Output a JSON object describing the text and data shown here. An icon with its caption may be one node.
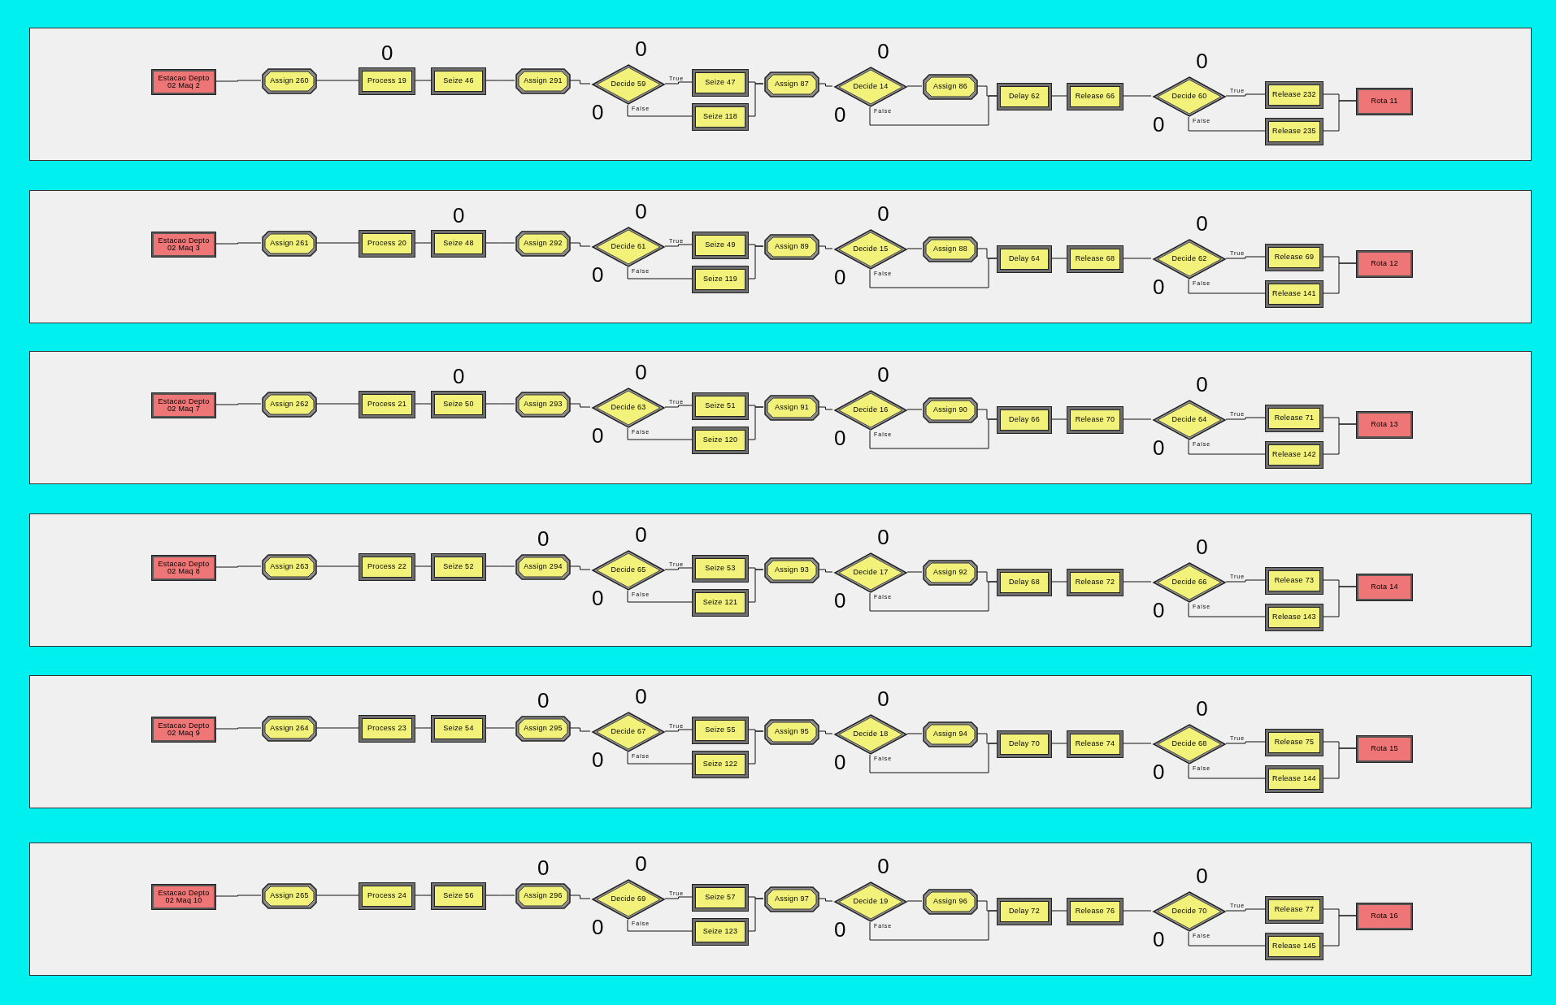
{
  "diagram": {
    "nodes": [
      {
        "text": [],
        "shape": "box"
      },
      {
        "text": [
          "Estacao Depto 02 Maq 2"
        ],
        "in": 0
      },
      {
        "text": [
          "Assign 260"
        ],
        "in": 0
      },
      {
        "text": [
          "Process 19"
        ],
        "in": 0,
        "beside": [
          "0"
        ]
      },
      {
        "text": [
          "Seize 46"
        ],
        "in": 0
      },
      {
        "text": [
          "Assign 291"
        ],
        "in": 0
      },
      {
        "text": [
          "Decide 59"
        ],
        "in": 0,
        "beside": [
          "0",
          "0"
        ]
      },
      {
        "text": [
          "Seize 47"
        ],
        "in": 0
      },
      {
        "text": [
          "Seize 118"
        ],
        "in": 0
      },
      {
        "text": [
          "Assign 87"
        ],
        "in": 0
      },
      {
        "text": [
          "Decide 14"
        ],
        "in": 0,
        "beside": [
          "0",
          "0"
        ]
      },
      {
        "text": [
          "Assign 86"
        ],
        "in": 0
      },
      {
        "text": [
          "Delay 62"
        ],
        "in": 0
      },
      {
        "text": [
          "Release 66"
        ],
        "in": 0
      },
      {
        "text": [
          "Decide 60"
        ],
        "in": 0,
        "beside": [
          "0",
          "0"
        ]
      },
      {
        "text": [
          "Release 232"
        ],
        "in": 0
      },
      {
        "text": [
          "Release 235"
        ],
        "in": 0
      },
      {
        "text": [
          "Rota 11"
        ],
        "in": 0
      },
      {
        "text": [],
        "shape": "box"
      },
      {
        "text": [
          "Estacao Depto 02 Maq 3"
        ],
        "in": 18
      },
      {
        "text": [
          "Assign 261"
        ],
        "in": 18
      },
      {
        "text": [
          "Process 20"
        ],
        "in": 18
      },
      {
        "text": [
          "Seize 48"
        ],
        "in": 18,
        "beside": [
          "0"
        ]
      },
      {
        "text": [
          "Assign 292"
        ],
        "in": 18
      },
      {
        "text": [
          "Decide 61"
        ],
        "in": 18,
        "beside": [
          "0",
          "0"
        ]
      },
      {
        "text": [
          "Seize 49"
        ],
        "in": 18
      },
      {
        "text": [
          "Seize 119"
        ],
        "in": 18
      },
      {
        "text": [
          "Assign 89"
        ],
        "in": 18
      },
      {
        "text": [
          "Decide 15"
        ],
        "in": 18,
        "beside": [
          "0",
          "0"
        ]
      },
      {
        "text": [
          "Assign 88"
        ],
        "in": 18
      },
      {
        "text": [
          "Delay 64"
        ],
        "in": 18
      },
      {
        "text": [
          "Release 68"
        ],
        "in": 18
      },
      {
        "text": [
          "Decide 62"
        ],
        "in": 18,
        "beside": [
          "0",
          "0"
        ]
      },
      {
        "text": [
          "Release 69"
        ],
        "in": 18
      },
      {
        "text": [
          "Release 141"
        ],
        "in": 18
      },
      {
        "text": [
          "Rota 12"
        ],
        "in": 18
      },
      {
        "text": [],
        "shape": "box"
      },
      {
        "text": [
          "Estacao Depto 02 Maq 7"
        ],
        "in": 36
      },
      {
        "text": [
          "Assign 262"
        ],
        "in": 36
      },
      {
        "text": [
          "Process 21"
        ],
        "in": 36
      },
      {
        "text": [
          "Seize 50"
        ],
        "in": 36,
        "beside": [
          "0"
        ]
      },
      {
        "text": [
          "Assign 293"
        ],
        "in": 36
      },
      {
        "text": [
          "Decide 63"
        ],
        "in": 36,
        "beside": [
          "0",
          "0"
        ]
      },
      {
        "text": [
          "Seize 51"
        ],
        "in": 36
      },
      {
        "text": [
          "Seize 120"
        ],
        "in": 36
      },
      {
        "text": [
          "Assign 91"
        ],
        "in": 36
      },
      {
        "text": [
          "Decide 16"
        ],
        "in": 36,
        "beside": [
          "0",
          "0"
        ]
      },
      {
        "text": [
          "Assign 90"
        ],
        "in": 36
      },
      {
        "text": [
          "Delay 66"
        ],
        "in": 36
      },
      {
        "text": [
          "Release 70"
        ],
        "in": 36
      },
      {
        "text": [
          "Decide 64"
        ],
        "in": 36,
        "beside": [
          "0",
          "0"
        ]
      },
      {
        "text": [
          "Release 71"
        ],
        "in": 36
      },
      {
        "text": [
          "Release 142"
        ],
        "in": 36
      },
      {
        "text": [
          "Rota 13"
        ],
        "in": 36
      },
      {
        "text": [],
        "shape": "box"
      },
      {
        "text": [
          "Estacao Depto 02 Maq 8"
        ],
        "in": 54
      },
      {
        "text": [
          "Assign 263"
        ],
        "in": 54
      },
      {
        "text": [
          "Process 22"
        ],
        "in": 54
      },
      {
        "text": [
          "Seize 52"
        ],
        "in": 54
      },
      {
        "text": [
          "Assign 294"
        ],
        "in": 54,
        "beside": [
          "0"
        ]
      },
      {
        "text": [
          "Decide 65"
        ],
        "in": 54,
        "beside": [
          "0",
          "0"
        ]
      },
      {
        "text": [
          "Seize 53"
        ],
        "in": 54
      },
      {
        "text": [
          "Seize 121"
        ],
        "in": 54
      },
      {
        "text": [
          "Assign 93"
        ],
        "in": 54
      },
      {
        "text": [
          "Decide 17"
        ],
        "in": 54,
        "beside": [
          "0",
          "0"
        ]
      },
      {
        "text": [
          "Assign 92"
        ],
        "in": 54
      },
      {
        "text": [
          "Delay 68"
        ],
        "in": 54
      },
      {
        "text": [
          "Release 72"
        ],
        "in": 54
      },
      {
        "text": [
          "Decide 66"
        ],
        "in": 54,
        "beside": [
          "0",
          "0"
        ]
      },
      {
        "text": [
          "Release 73"
        ],
        "in": 54
      },
      {
        "text": [
          "Release 143"
        ],
        "in": 54
      },
      {
        "text": [
          "Rota 14"
        ],
        "in": 54
      },
      {
        "text": [],
        "shape": "box"
      },
      {
        "text": [
          "Estacao Depto 02 Maq 9"
        ],
        "in": 72
      },
      {
        "text": [
          "Assign 264"
        ],
        "in": 72
      },
      {
        "text": [
          "Process 23"
        ],
        "in": 72
      },
      {
        "text": [
          "Seize 54"
        ],
        "in": 72
      },
      {
        "text": [
          "Assign 295"
        ],
        "in": 72,
        "beside": [
          "0"
        ]
      },
      {
        "text": [
          "Decide 67"
        ],
        "in": 72,
        "beside": [
          "0",
          "0"
        ]
      },
      {
        "text": [
          "Seize 55"
        ],
        "in": 72
      },
      {
        "text": [
          "Seize 122"
        ],
        "in": 72
      },
      {
        "text": [
          "Assign 95"
        ],
        "in": 72
      },
      {
        "text": [
          "Decide 18"
        ],
        "in": 72,
        "beside": [
          "0",
          "0"
        ]
      },
      {
        "text": [
          "Assign 94"
        ],
        "in": 72
      },
      {
        "text": [
          "Delay 70"
        ],
        "in": 72
      },
      {
        "text": [
          "Release 74"
        ],
        "in": 72
      },
      {
        "text": [
          "Decide 68"
        ],
        "in": 72,
        "beside": [
          "0",
          "0"
        ]
      },
      {
        "text": [
          "Release 75"
        ],
        "in": 72
      },
      {
        "text": [
          "Release 144"
        ],
        "in": 72
      },
      {
        "text": [
          "Rota 15"
        ],
        "in": 72
      },
      {
        "text": [],
        "shape": "box"
      },
      {
        "text": [
          "Estacao Depto 02 Maq 10"
        ],
        "in": 90
      },
      {
        "text": [
          "Assign 265"
        ],
        "in": 90
      },
      {
        "text": [
          "Process 24"
        ],
        "in": 90
      },
      {
        "text": [
          "Seize 56"
        ],
        "in": 90
      },
      {
        "text": [
          "Assign 296"
        ],
        "in": 90,
        "beside": [
          "0"
        ]
      },
      {
        "text": [
          "Decide 69"
        ],
        "in": 90,
        "beside": [
          "0",
          "0"
        ]
      },
      {
        "text": [
          "Seize 57"
        ],
        "in": 90
      },
      {
        "text": [
          "Seize 123"
        ],
        "in": 90
      },
      {
        "text": [
          "Assign 97"
        ],
        "in": 90
      },
      {
        "text": [
          "Decide 19"
        ],
        "in": 90,
        "beside": [
          "0",
          "0"
        ]
      },
      {
        "text": [
          "Assign 96"
        ],
        "in": 90
      },
      {
        "text": [
          "Delay 72"
        ],
        "in": 90
      },
      {
        "text": [
          "Release 76"
        ],
        "in": 90
      },
      {
        "text": [
          "Decide 70"
        ],
        "in": 90,
        "beside": [
          "0",
          "0"
        ]
      },
      {
        "text": [
          "Release 77"
        ],
        "in": 90
      },
      {
        "text": [
          "Release 145"
        ],
        "in": 90
      },
      {
        "text": [
          "Rota 16"
        ],
        "in": 90
      }
    ],
    "edges": [
      {
        "from": 1,
        "to": 2,
        "arrow": "none"
      },
      {
        "from": 2,
        "to": 3,
        "arrow": "none"
      },
      {
        "from": 3,
        "to": 4,
        "arrow": "none"
      },
      {
        "from": 4,
        "to": 5,
        "arrow": "none"
      },
      {
        "from": 5,
        "to": 6,
        "arrow": "none"
      },
      {
        "from": 6,
        "to": 7,
        "arrow": "none",
        "label": "True"
      },
      {
        "from": 6,
        "to": 8,
        "arrow": "none",
        "label": "False"
      },
      {
        "from": 7,
        "to": 9,
        "arrow": "none"
      },
      {
        "from": 8,
        "to": 9,
        "arrow": "none"
      },
      {
        "from": 9,
        "to": 10,
        "arrow": "none"
      },
      {
        "from": 10,
        "to": 11,
        "arrow": "none"
      },
      {
        "from": 10,
        "to": 12,
        "arrow": "none",
        "label": "False"
      },
      {
        "from": 11,
        "to": 12,
        "arrow": "none"
      },
      {
        "from": 12,
        "to": 13,
        "arrow": "none"
      },
      {
        "from": 13,
        "to": 14,
        "arrow": "none"
      },
      {
        "from": 14,
        "to": 15,
        "arrow": "none",
        "label": "True"
      },
      {
        "from": 14,
        "to": 16,
        "arrow": "none",
        "label": "False"
      },
      {
        "from": 15,
        "to": 17,
        "arrow": "none"
      },
      {
        "from": 16,
        "to": 17,
        "arrow": "none"
      },
      {
        "from": 19,
        "to": 20,
        "arrow": "none"
      },
      {
        "from": 20,
        "to": 21,
        "arrow": "none"
      },
      {
        "from": 21,
        "to": 22,
        "arrow": "none"
      },
      {
        "from": 22,
        "to": 23,
        "arrow": "none"
      },
      {
        "from": 23,
        "to": 24,
        "arrow": "none"
      },
      {
        "from": 24,
        "to": 25,
        "arrow": "none",
        "label": "True"
      },
      {
        "from": 24,
        "to": 26,
        "arrow": "none",
        "label": "False"
      },
      {
        "from": 25,
        "to": 27,
        "arrow": "none"
      },
      {
        "from": 26,
        "to": 27,
        "arrow": "none"
      },
      {
        "from": 27,
        "to": 28,
        "arrow": "none"
      },
      {
        "from": 28,
        "to": 29,
        "arrow": "none"
      },
      {
        "from": 28,
        "to": 30,
        "arrow": "none",
        "label": "False"
      },
      {
        "from": 29,
        "to": 30,
        "arrow": "none"
      },
      {
        "from": 30,
        "to": 31,
        "arrow": "none"
      },
      {
        "from": 31,
        "to": 32,
        "arrow": "none"
      },
      {
        "from": 32,
        "to": 33,
        "arrow": "none",
        "label": "True"
      },
      {
        "from": 32,
        "to": 34,
        "arrow": "none",
        "label": "False"
      },
      {
        "from": 33,
        "to": 35,
        "arrow": "none"
      },
      {
        "from": 34,
        "to": 35,
        "arrow": "none"
      },
      {
        "from": 37,
        "to": 38,
        "arrow": "none"
      },
      {
        "from": 38,
        "to": 39,
        "arrow": "none"
      },
      {
        "from": 39,
        "to": 40,
        "arrow": "none"
      },
      {
        "from": 40,
        "to": 41,
        "arrow": "none"
      },
      {
        "from": 41,
        "to": 42,
        "arrow": "none"
      },
      {
        "from": 42,
        "to": 43,
        "arrow": "none",
        "label": "True"
      },
      {
        "from": 42,
        "to": 44,
        "arrow": "none",
        "label": "False"
      },
      {
        "from": 43,
        "to": 45,
        "arrow": "none"
      },
      {
        "from": 44,
        "to": 45,
        "arrow": "none"
      },
      {
        "from": 45,
        "to": 46,
        "arrow": "none"
      },
      {
        "from": 46,
        "to": 47,
        "arrow": "none"
      },
      {
        "from": 46,
        "to": 48,
        "arrow": "none",
        "label": "False"
      },
      {
        "from": 47,
        "to": 48,
        "arrow": "none"
      },
      {
        "from": 48,
        "to": 49,
        "arrow": "none"
      },
      {
        "from": 49,
        "to": 50,
        "arrow": "none"
      },
      {
        "from": 50,
        "to": 51,
        "arrow": "none",
        "label": "True"
      },
      {
        "from": 50,
        "to": 52,
        "arrow": "none",
        "label": "False"
      },
      {
        "from": 51,
        "to": 53,
        "arrow": "none"
      },
      {
        "from": 52,
        "to": 53,
        "arrow": "none"
      },
      {
        "from": 55,
        "to": 56,
        "arrow": "none"
      },
      {
        "from": 56,
        "to": 57,
        "arrow": "none"
      },
      {
        "from": 57,
        "to": 58,
        "arrow": "none"
      },
      {
        "from": 58,
        "to": 59,
        "arrow": "none"
      },
      {
        "from": 59,
        "to": 60,
        "arrow": "none"
      },
      {
        "from": 60,
        "to": 61,
        "arrow": "none",
        "label": "True"
      },
      {
        "from": 60,
        "to": 62,
        "arrow": "none",
        "label": "False"
      },
      {
        "from": 61,
        "to": 63,
        "arrow": "none"
      },
      {
        "from": 62,
        "to": 63,
        "arrow": "none"
      },
      {
        "from": 63,
        "to": 64,
        "arrow": "none"
      },
      {
        "from": 64,
        "to": 65,
        "arrow": "none"
      },
      {
        "from": 64,
        "to": 66,
        "arrow": "none",
        "label": "False"
      },
      {
        "from": 65,
        "to": 66,
        "arrow": "none"
      },
      {
        "from": 66,
        "to": 67,
        "arrow": "none"
      },
      {
        "from": 67,
        "to": 68,
        "arrow": "none"
      },
      {
        "from": 68,
        "to": 69,
        "arrow": "none",
        "label": "True"
      },
      {
        "from": 68,
        "to": 70,
        "arrow": "none",
        "label": "False"
      },
      {
        "from": 69,
        "to": 71,
        "arrow": "none"
      },
      {
        "from": 70,
        "to": 71,
        "arrow": "none"
      },
      {
        "from": 73,
        "to": 74,
        "arrow": "none"
      },
      {
        "from": 74,
        "to": 75,
        "arrow": "none"
      },
      {
        "from": 75,
        "to": 76,
        "arrow": "none"
      },
      {
        "from": 76,
        "to": 77,
        "arrow": "none"
      },
      {
        "from": 77,
        "to": 78,
        "arrow": "none"
      },
      {
        "from": 78,
        "to": 79,
        "arrow": "none",
        "label": "True"
      },
      {
        "from": 78,
        "to": 80,
        "arrow": "none",
        "label": "False"
      },
      {
        "from": 79,
        "to": 81,
        "arrow": "none"
      },
      {
        "from": 80,
        "to": 81,
        "arrow": "none"
      },
      {
        "from": 81,
        "to": 82,
        "arrow": "none"
      },
      {
        "from": 82,
        "to": 83,
        "arrow": "none"
      },
      {
        "from": 82,
        "to": 84,
        "arrow": "none",
        "label": "False"
      },
      {
        "from": 83,
        "to": 84,
        "arrow": "none"
      },
      {
        "from": 84,
        "to": 85,
        "arrow": "none"
      },
      {
        "from": 85,
        "to": 86,
        "arrow": "none"
      },
      {
        "from": 86,
        "to": 87,
        "arrow": "none",
        "label": "True"
      },
      {
        "from": 86,
        "to": 88,
        "arrow": "none",
        "label": "False"
      },
      {
        "from": 87,
        "to": 89,
        "arrow": "none"
      },
      {
        "from": 88,
        "to": 89,
        "arrow": "none"
      },
      {
        "from": 91,
        "to": 92,
        "arrow": "none"
      },
      {
        "from": 92,
        "to": 93,
        "arrow": "none"
      },
      {
        "from": 93,
        "to": 94,
        "arrow": "none"
      },
      {
        "from": 94,
        "to": 95,
        "arrow": "none"
      },
      {
        "from": 95,
        "to": 96,
        "arrow": "none"
      },
      {
        "from": 96,
        "to": 97,
        "arrow": "none",
        "label": "True"
      },
      {
        "from": 96,
        "to": 98,
        "arrow": "none",
        "label": "False"
      },
      {
        "from": 97,
        "to": 99,
        "arrow": "none"
      },
      {
        "from": 98,
        "to": 99,
        "arrow": "none"
      },
      {
        "from": 99,
        "to": 100,
        "arrow": "none"
      },
      {
        "from": 100,
        "to": 101,
        "arrow": "none"
      },
      {
        "from": 100,
        "to": 102,
        "arrow": "none",
        "label": "False"
      },
      {
        "from": 101,
        "to": 102,
        "arrow": "none"
      },
      {
        "from": 102,
        "to": 103,
        "arrow": "none"
      },
      {
        "from": 103,
        "to": 104,
        "arrow": "none"
      },
      {
        "from": 104,
        "to": 105,
        "arrow": "none",
        "label": "True"
      },
      {
        "from": 104,
        "to": 106,
        "arrow": "none",
        "label": "False"
      },
      {
        "from": 105,
        "to": 107,
        "arrow": "none"
      },
      {
        "from": 106,
        "to": 107,
        "arrow": "none"
      }
    ]
  }
}
